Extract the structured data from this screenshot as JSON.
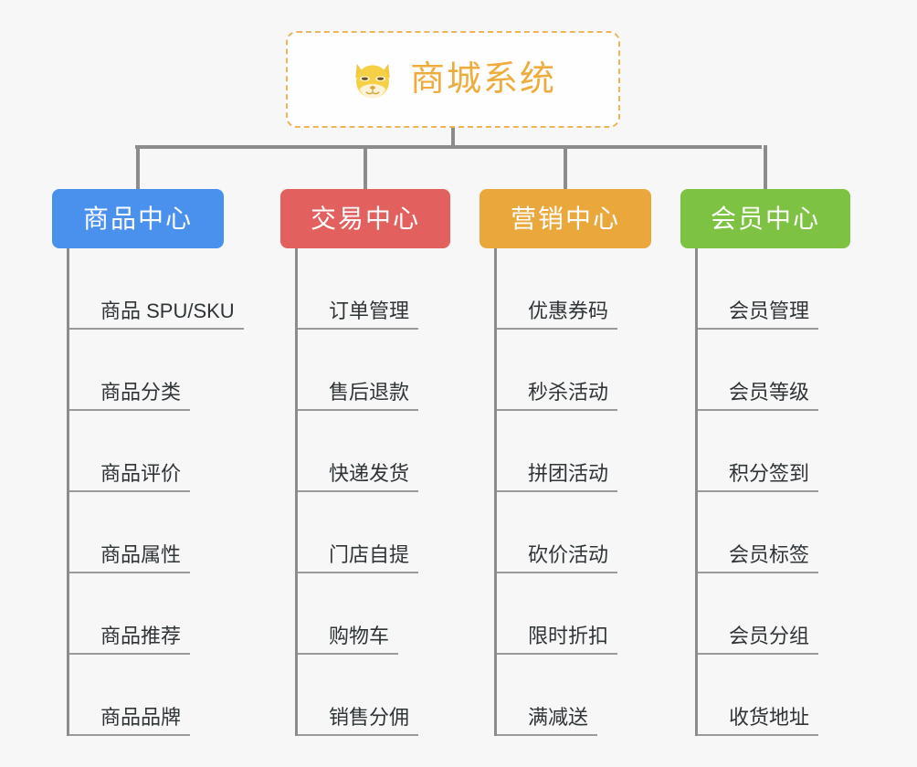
{
  "page": {
    "background_color": "#f7f7f7",
    "connector_color": "#8c8c8c"
  },
  "root": {
    "title": "商城系统",
    "icon": "shiba-dog-icon",
    "text_color": "#eeac3d",
    "border_color": "#efb45a",
    "background_color": "#fefefe"
  },
  "categories": [
    {
      "label": "商品中心",
      "color": "#4a90ed",
      "items": [
        "商品 SPU/SKU",
        "商品分类",
        "商品评价",
        "商品属性",
        "商品推荐",
        "商品品牌"
      ]
    },
    {
      "label": "交易中心",
      "color": "#e2605e",
      "items": [
        "订单管理",
        "售后退款",
        "快递发货",
        "门店自提",
        "购物车",
        "销售分佣"
      ]
    },
    {
      "label": "营销中心",
      "color": "#eaa83c",
      "items": [
        "优惠券码",
        "秒杀活动",
        "拼团活动",
        "砍价活动",
        "限时折扣",
        "满减送"
      ]
    },
    {
      "label": "会员中心",
      "color": "#7dc242",
      "items": [
        "会员管理",
        "会员等级",
        "积分签到",
        "会员标签",
        "会员分组",
        "收货地址"
      ]
    }
  ]
}
